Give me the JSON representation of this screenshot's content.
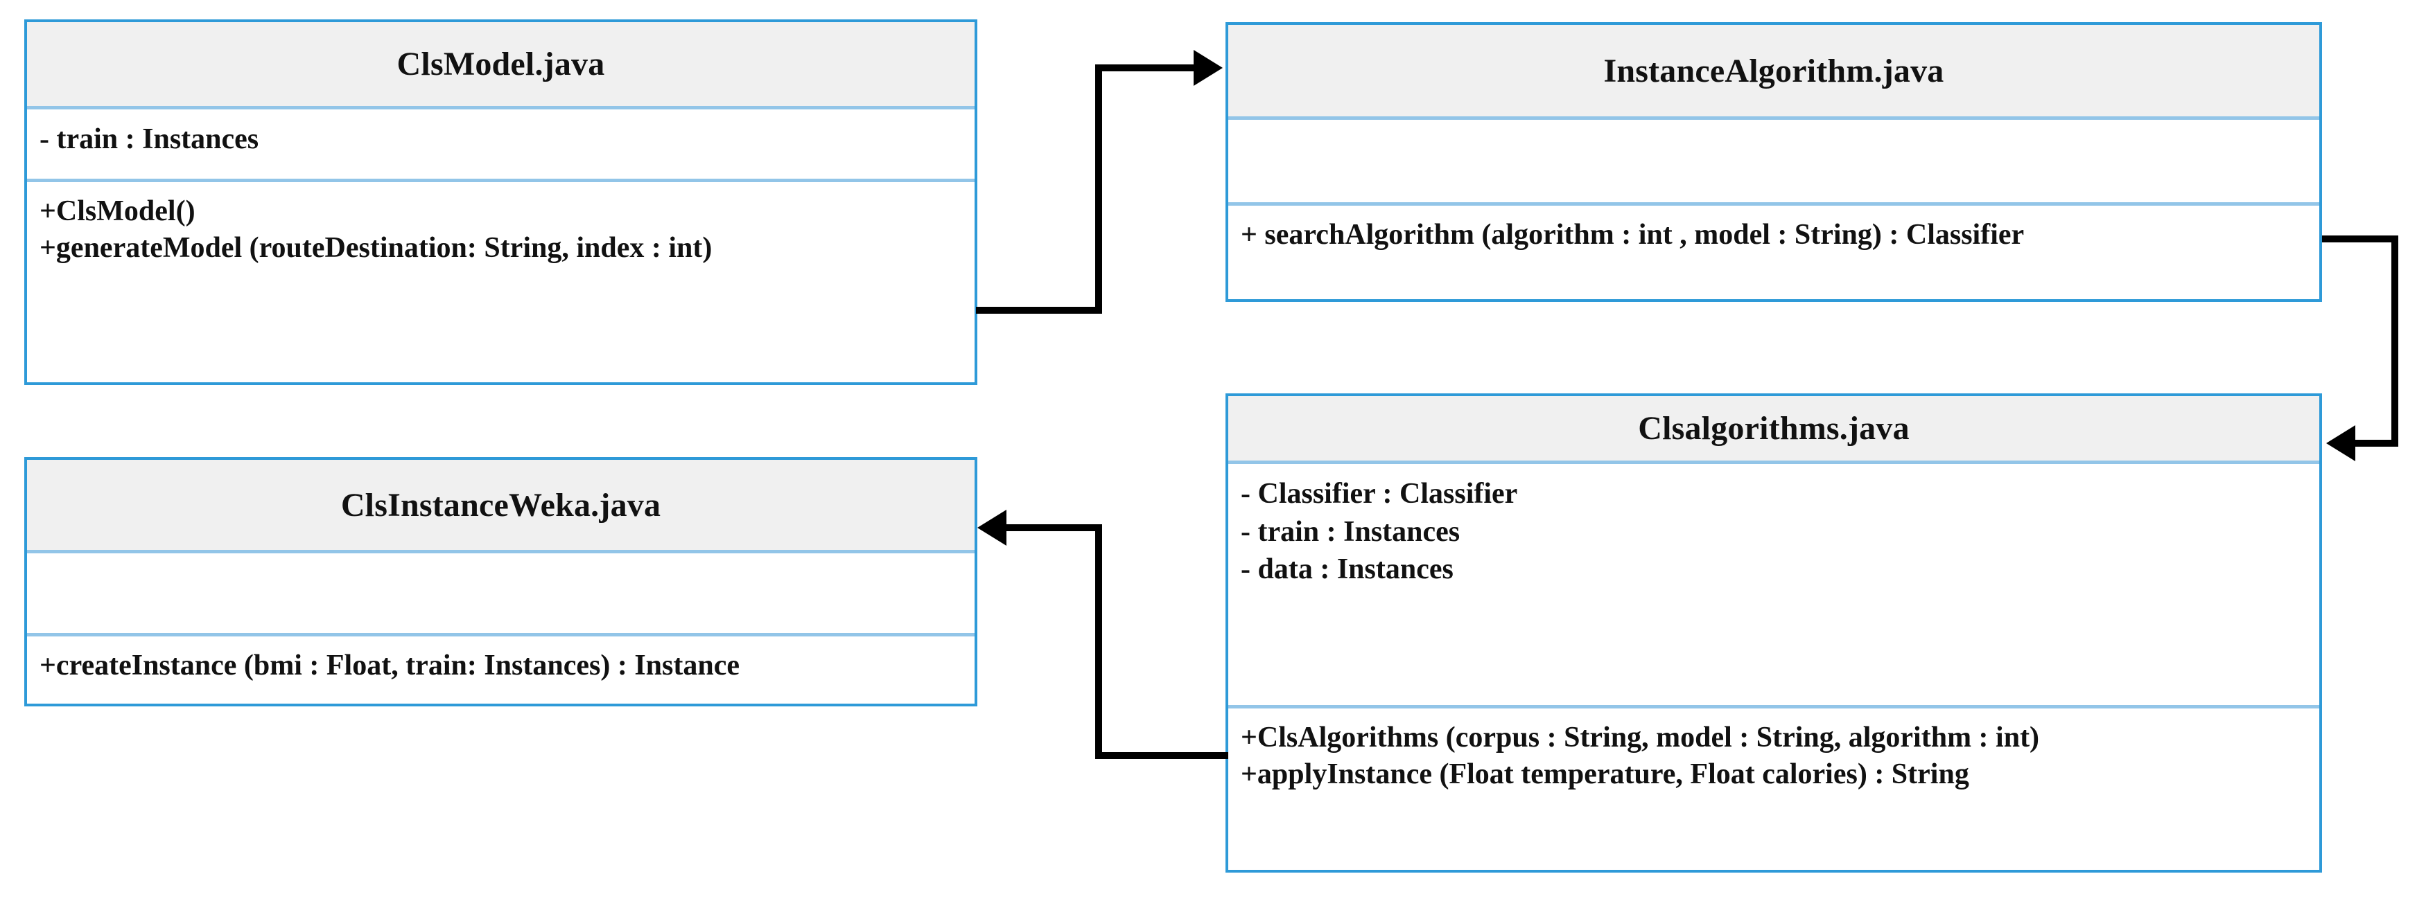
{
  "diagram": {
    "type": "uml-class-diagram",
    "colors": {
      "border": "#2e9ad8",
      "divider": "#92c5e8",
      "header_fill": "#f0f0f0",
      "text": "#111111",
      "connector": "#000000",
      "background": "#ffffff"
    },
    "classes": [
      {
        "id": "cls-model",
        "title": "ClsModel.java",
        "attributes": [
          "- train : Instances"
        ],
        "operations": [
          "+ClsModel()",
          "+generateModel (routeDestination: String, index : int)"
        ]
      },
      {
        "id": "instance-algorithm",
        "title": "InstanceAlgorithm.java",
        "attributes": [],
        "operations": [
          "+ searchAlgorithm (algorithm : int , model : String) : Classifier"
        ]
      },
      {
        "id": "cls-instance-weka",
        "title": "ClsInstanceWeka.java",
        "attributes": [],
        "operations": [
          "+createInstance (bmi : Float, train: Instances) : Instance"
        ]
      },
      {
        "id": "cls-algorithms",
        "title": "Clsalgorithms.java",
        "attributes": [
          "- Classifier  : Classifier",
          "- train : Instances",
          "- data : Instances"
        ],
        "operations": [
          "+ClsAlgorithms (corpus : String, model : String, algorithm : int)",
          "+applyInstance (Float temperature, Float calories) :  String"
        ]
      }
    ],
    "connectors": [
      {
        "id": "conn-model-to-instancealgorithm",
        "from": "cls-model",
        "to": "instance-algorithm",
        "arrow": "right"
      },
      {
        "id": "conn-instancealgorithm-to-clsalgorithms",
        "from": "instance-algorithm",
        "to": "cls-algorithms",
        "arrow": "left"
      },
      {
        "id": "conn-clsalgorithms-to-instanceweka",
        "from": "cls-algorithms",
        "to": "cls-instance-weka",
        "arrow": "left"
      }
    ]
  }
}
